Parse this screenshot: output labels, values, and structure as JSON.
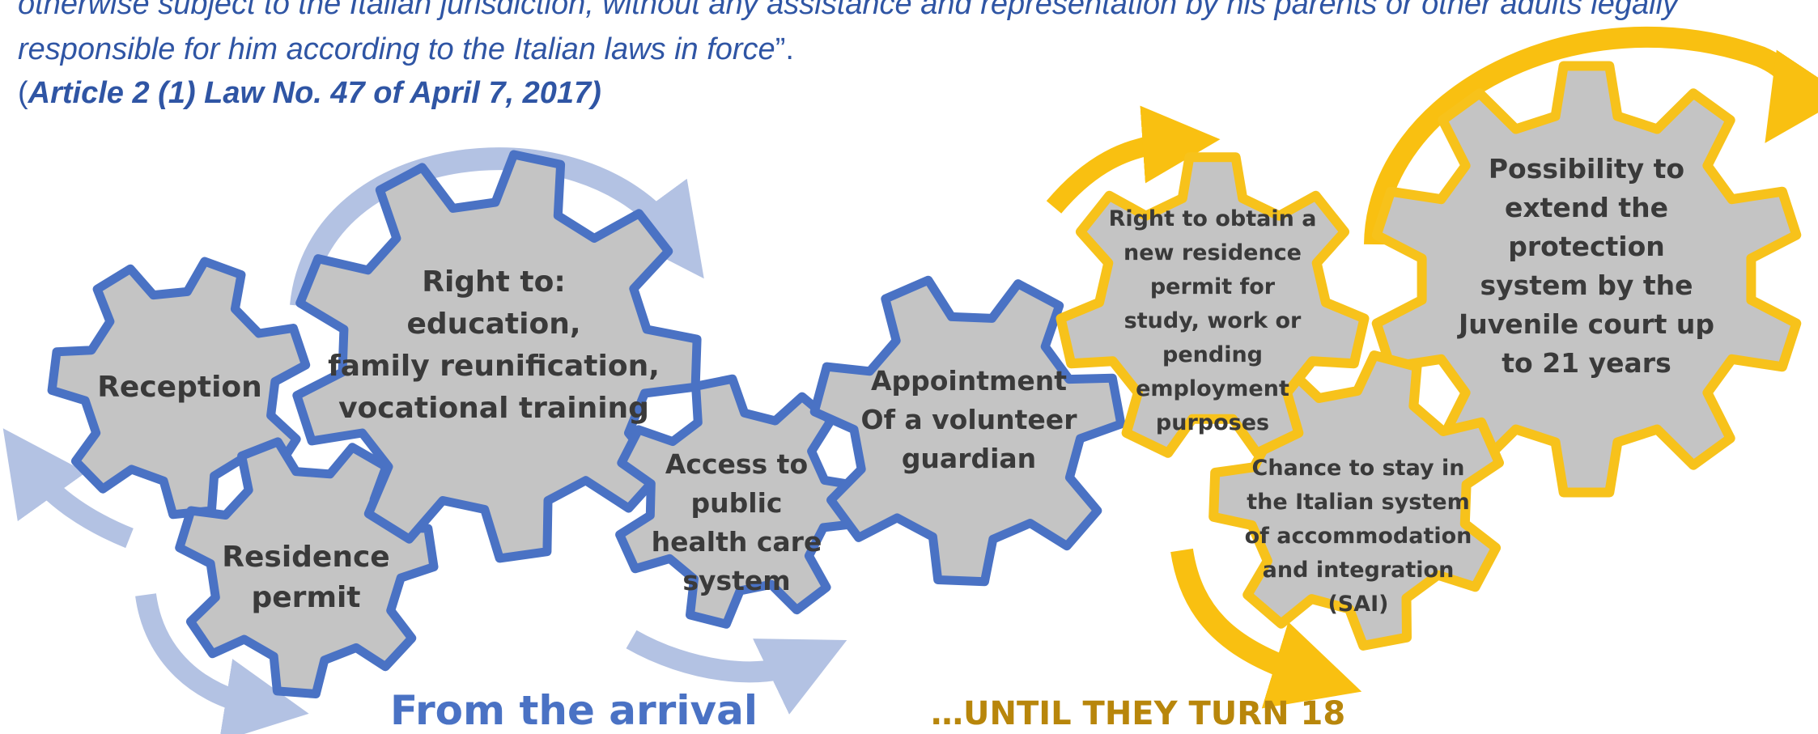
{
  "quote": {
    "line1": "otherwise subject to the Italian jurisdiction, without any assistance and representation by his parents or other adults legally",
    "line2_italic": "responsible for him according to the Italian laws in force",
    "line2_tail": "”.",
    "citation_open": "(",
    "citation": "Article 2 (1) Law No. 47 of April 7, 2017)"
  },
  "colors": {
    "blue_outline": "#4a72c4",
    "blue_arrow": "#b3c2e3",
    "gold_outline": "#f7c21b",
    "gold_arrow": "#f9c011",
    "gear_fill": "#c4c4c4"
  },
  "gears": {
    "reception": [
      "Reception"
    ],
    "residence": [
      "Residence",
      "permit"
    ],
    "rights": [
      "Right to:",
      "education,",
      "family reunification,",
      "vocational training"
    ],
    "health": [
      "Access to",
      "public",
      "health care",
      "system"
    ],
    "guardian": [
      "Appointment",
      "Of a volunteer",
      "guardian"
    ],
    "new_permit": [
      "Right to obtain a",
      "new residence",
      "permit for",
      "study, work or",
      "pending",
      "employment",
      "purposes"
    ],
    "extend": [
      "Possibility to",
      "extend the",
      "protection",
      "system by the",
      "Juvenile court up",
      "to 21 years"
    ],
    "sai": [
      "Chance to stay in",
      "the Italian system",
      "of  accommodation",
      "and integration",
      "(SAI)"
    ]
  },
  "labels": {
    "from_arrival": "From the arrival",
    "until_18": "…UNTIL THEY TURN 18"
  }
}
